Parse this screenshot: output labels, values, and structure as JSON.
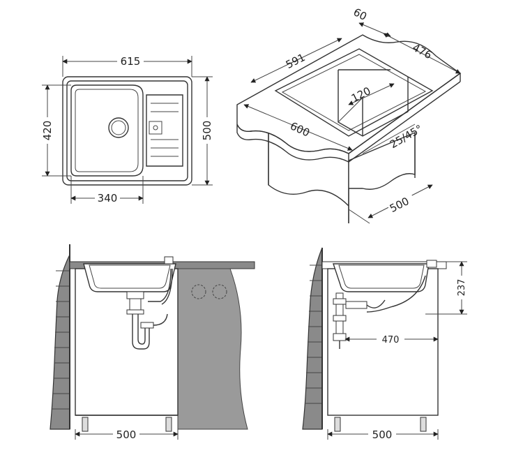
{
  "top_view": {
    "width_label": "615",
    "height_outer_label": "500",
    "height_inner_label": "420",
    "bowl_width_label": "340"
  },
  "iso_view": {
    "depth_label": "60",
    "length_label": "591",
    "width_label": "476",
    "cutout_label": "120",
    "front_label": "600",
    "angle_label": "25/45°",
    "cabinet_label": "500"
  },
  "front_view": {
    "cabinet_label": "500"
  },
  "side_view": {
    "cabinet_label": "500",
    "depth_label": "237",
    "drain_offset_label": "470"
  }
}
